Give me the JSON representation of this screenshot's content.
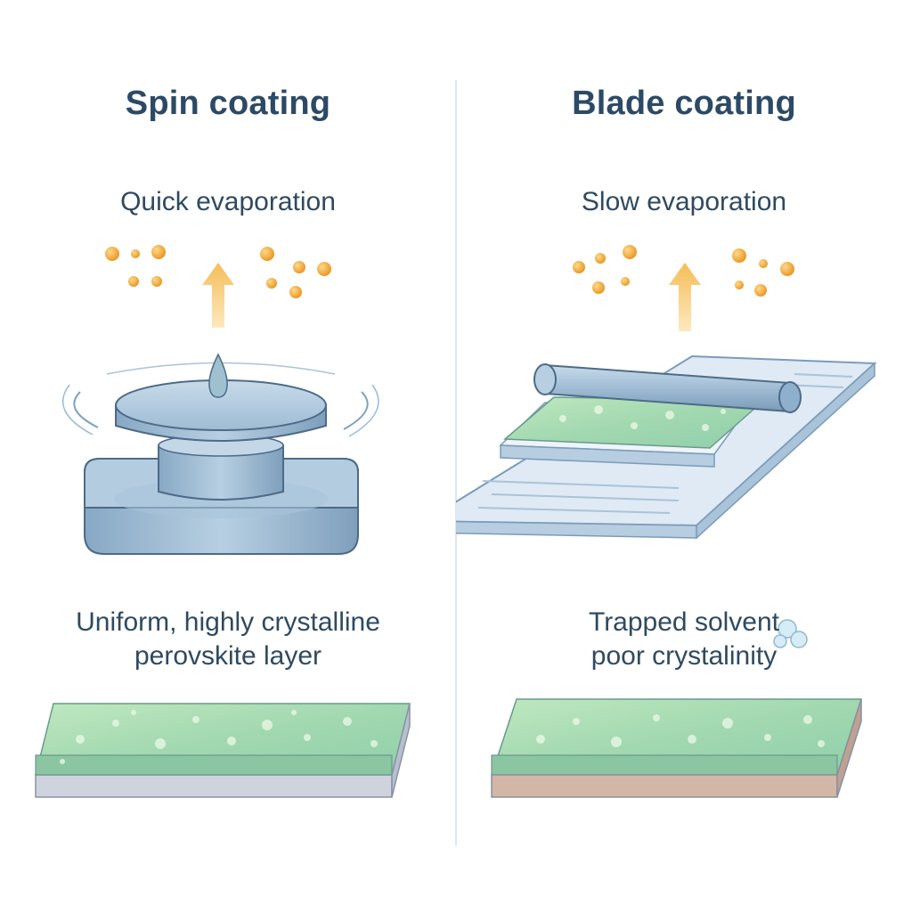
{
  "left": {
    "title": "Spin coating",
    "evaporation_label": "Quick evaporation",
    "result_line1": "Uniform, highly crystalline",
    "result_line2": "perovskite layer"
  },
  "right": {
    "title": "Blade coating",
    "evaporation_label": "Slow evaporation",
    "result_line1": "Trapped solvent",
    "result_line2": "poor crystalinity"
  },
  "colors": {
    "title": "#2c4a66",
    "text": "#2f4a60",
    "droplet": "#f0a430",
    "arrow": "#f7c96a",
    "metal": "#9fbdd6",
    "film_green": "#9fd8a6",
    "substrate_gray": "#cfd3dd",
    "substrate_tan": "#d2b7a6"
  },
  "icons": [
    "evaporation-arrow-icon",
    "solvent-droplet-icon",
    "spin-coater",
    "blade-coater",
    "perovskite-film",
    "solvent-bubble-icon"
  ]
}
